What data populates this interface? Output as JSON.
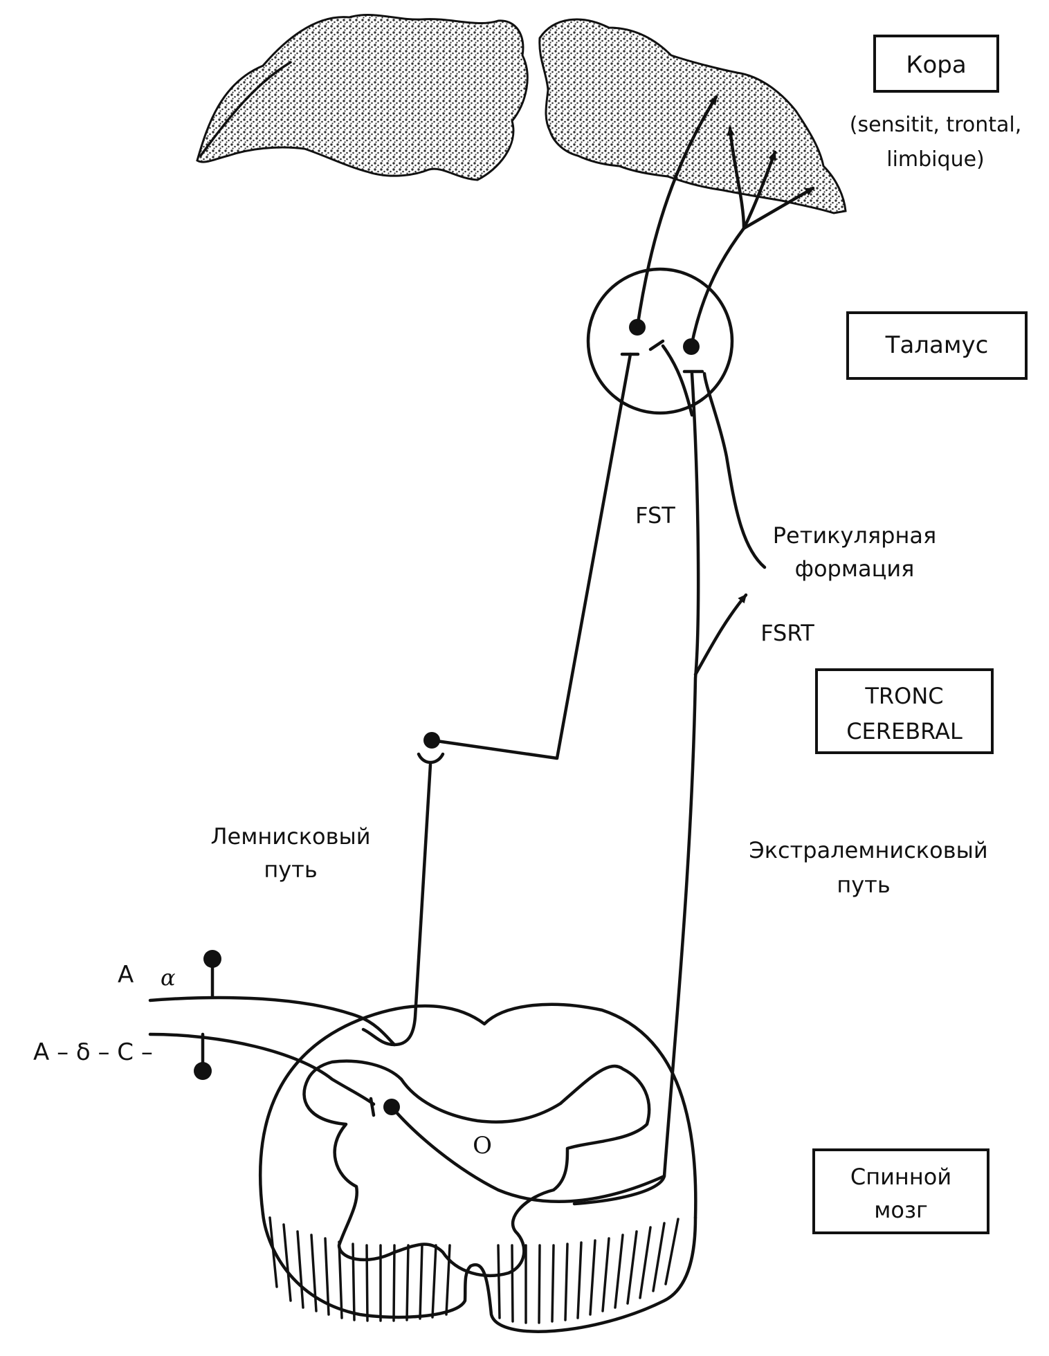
{
  "labels": {
    "cortex_box": "Кора",
    "cortex_note_1": "(sensitit, trontal,",
    "cortex_note_2": "limbique)",
    "thalamus_box": "Таламус",
    "fst": "FST",
    "reticular_1": "Ретикулярная",
    "reticular_2": "формация",
    "fsrt": "FSRT",
    "brainstem_box_1": "TRONC",
    "brainstem_box_2": "CEREBRAL",
    "lemniscal_1": "Лемнисковый",
    "lemniscal_2": "путь",
    "extralemniscal_1": "Экстралемнисковый",
    "extralemniscal_2": "путь",
    "fiber_a_alpha_prefix": "A",
    "fiber_a_alpha_greek": "α",
    "fiber_a_delta_c": "A – δ – C –",
    "central_canal": "O",
    "spinal_box_1": "Спинной",
    "spinal_box_2": "мозг"
  },
  "colors": {
    "ink": "#111111",
    "paper": "#ffffff",
    "stipple": "#333333"
  }
}
